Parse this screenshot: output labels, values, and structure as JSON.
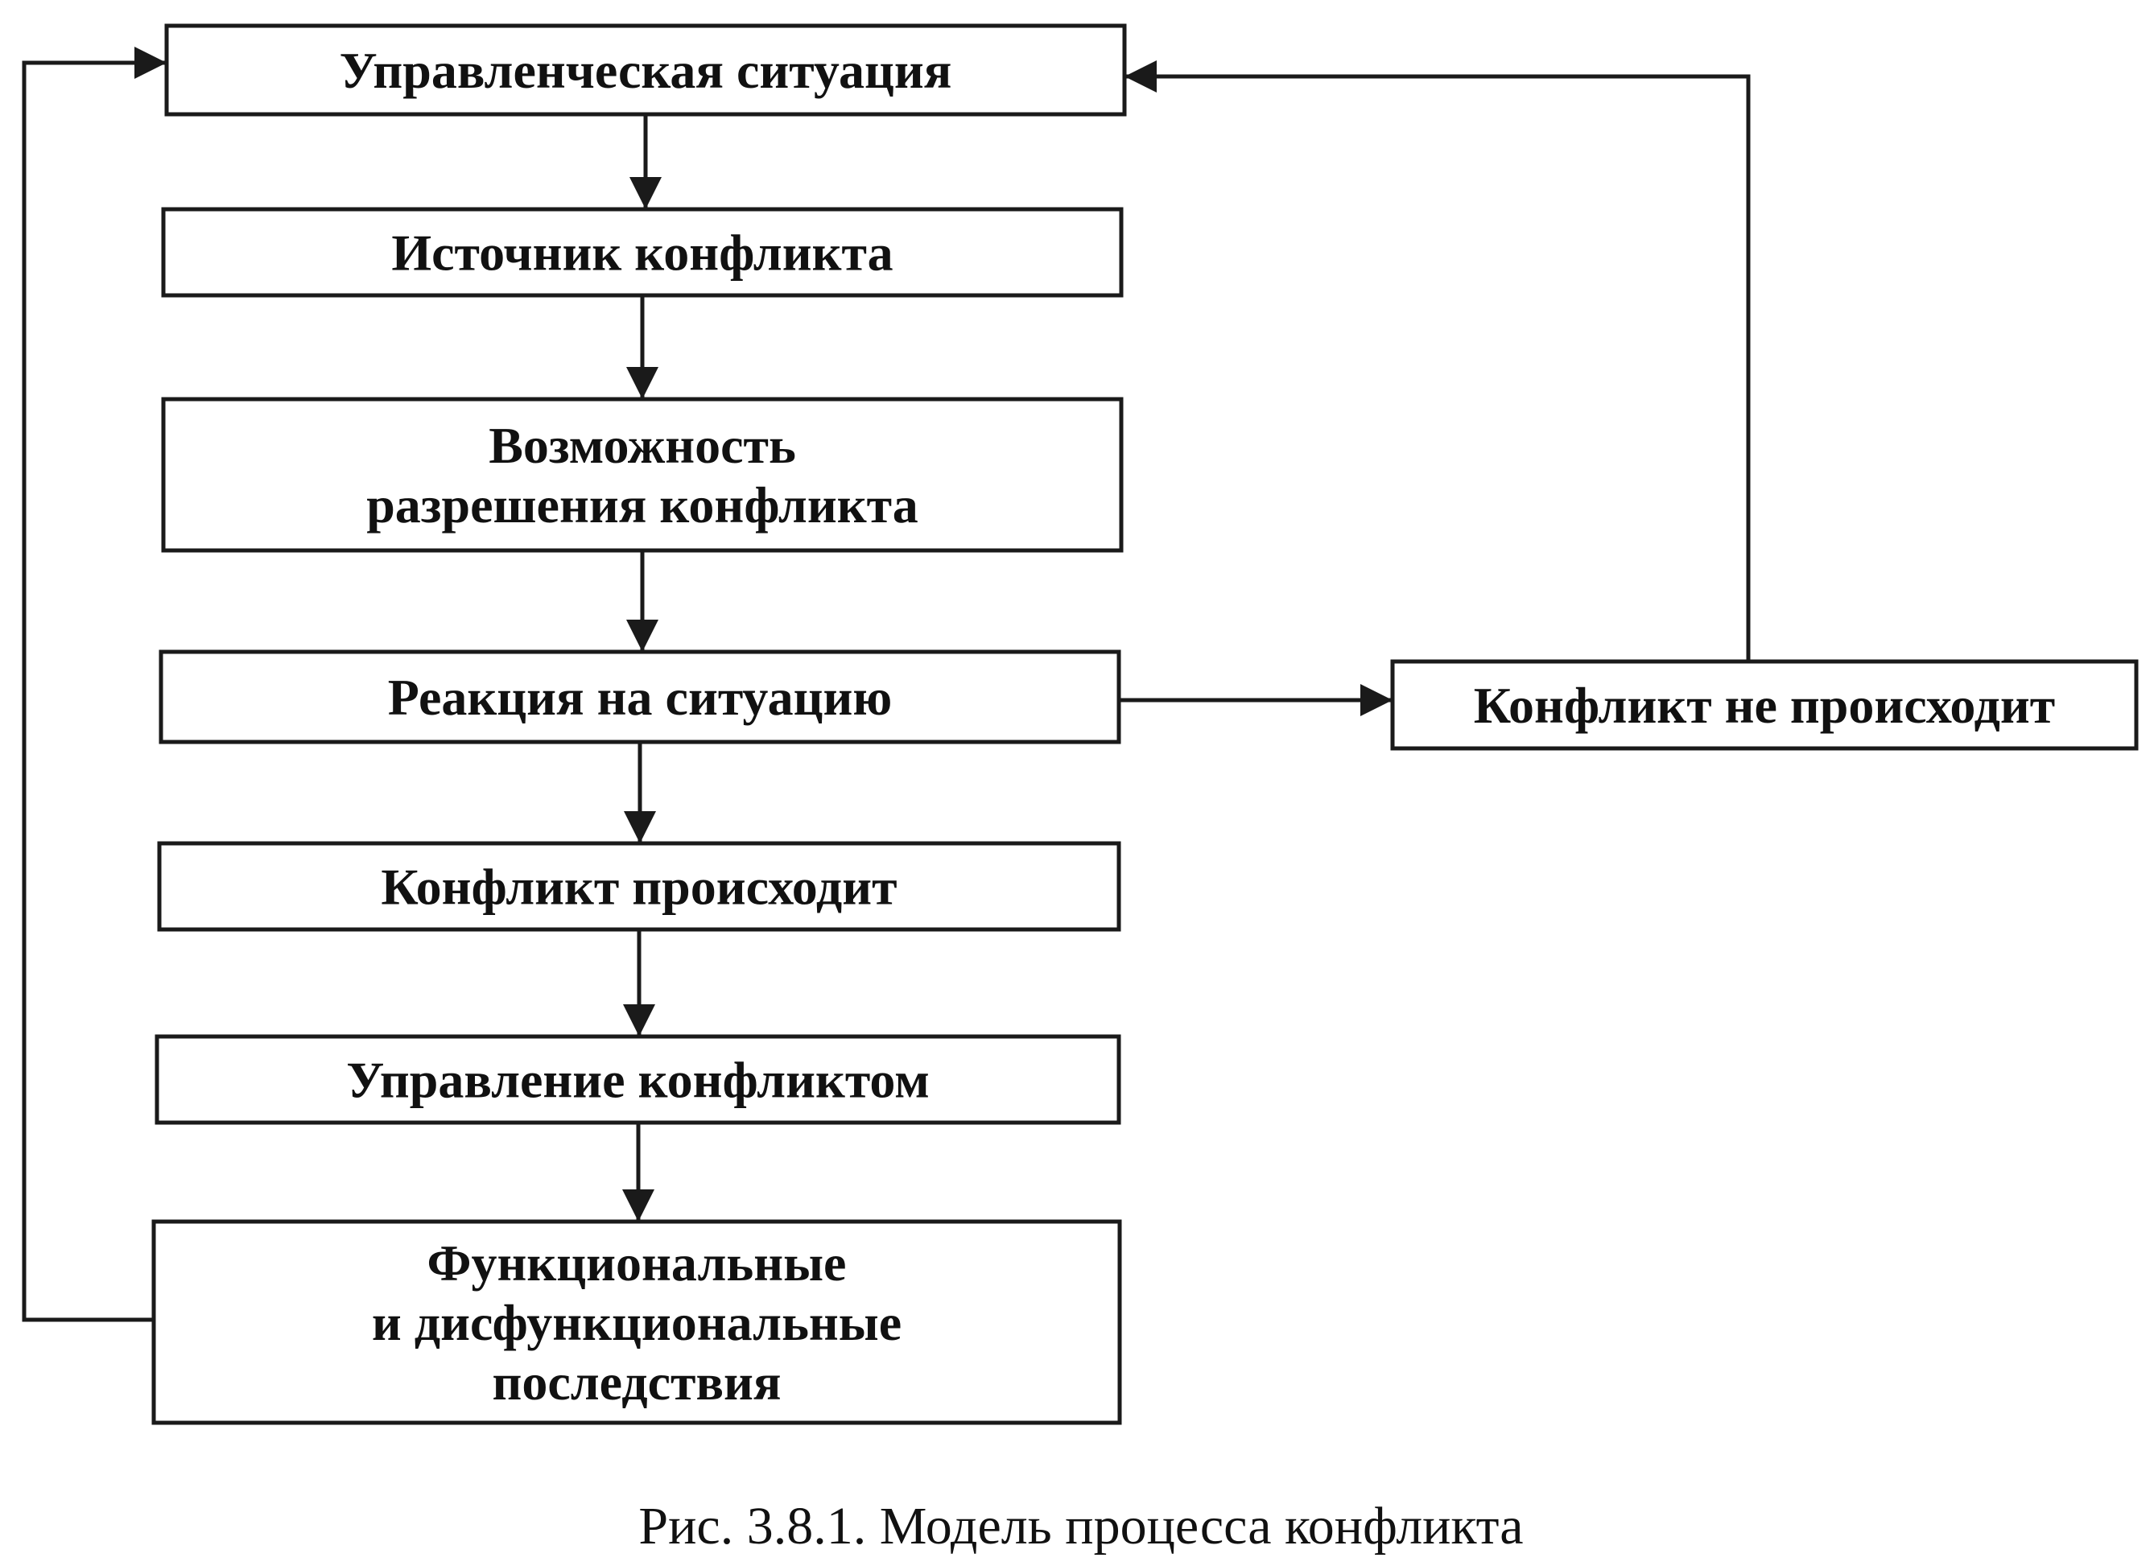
{
  "diagram": {
    "nodes": [
      {
        "id": "management-situation",
        "lines": [
          "Управленческая ситуация"
        ]
      },
      {
        "id": "conflict-source",
        "lines": [
          "Источник конфликта"
        ]
      },
      {
        "id": "resolution-possibility",
        "lines": [
          "Возможность",
          "разрешения конфликта"
        ]
      },
      {
        "id": "reaction",
        "lines": [
          "Реакция на ситуацию"
        ]
      },
      {
        "id": "conflict-occurs",
        "lines": [
          "Конфликт происходит"
        ]
      },
      {
        "id": "conflict-management",
        "lines": [
          "Управление конфликтом"
        ]
      },
      {
        "id": "consequences",
        "lines": [
          "Функциональные",
          "и дисфункциональные",
          "последствия"
        ]
      },
      {
        "id": "no-conflict",
        "lines": [
          "Конфликт не происходит"
        ]
      }
    ],
    "edges": [
      {
        "from": "management-situation",
        "to": "conflict-source"
      },
      {
        "from": "conflict-source",
        "to": "resolution-possibility"
      },
      {
        "from": "resolution-possibility",
        "to": "reaction"
      },
      {
        "from": "reaction",
        "to": "conflict-occurs"
      },
      {
        "from": "conflict-occurs",
        "to": "conflict-management"
      },
      {
        "from": "conflict-management",
        "to": "consequences"
      },
      {
        "from": "reaction",
        "to": "no-conflict"
      },
      {
        "from": "no-conflict",
        "to": "management-situation"
      },
      {
        "from": "consequences",
        "to": "management-situation"
      }
    ]
  },
  "caption": "Рис. 3.8.1. Модель процесса конфликта"
}
